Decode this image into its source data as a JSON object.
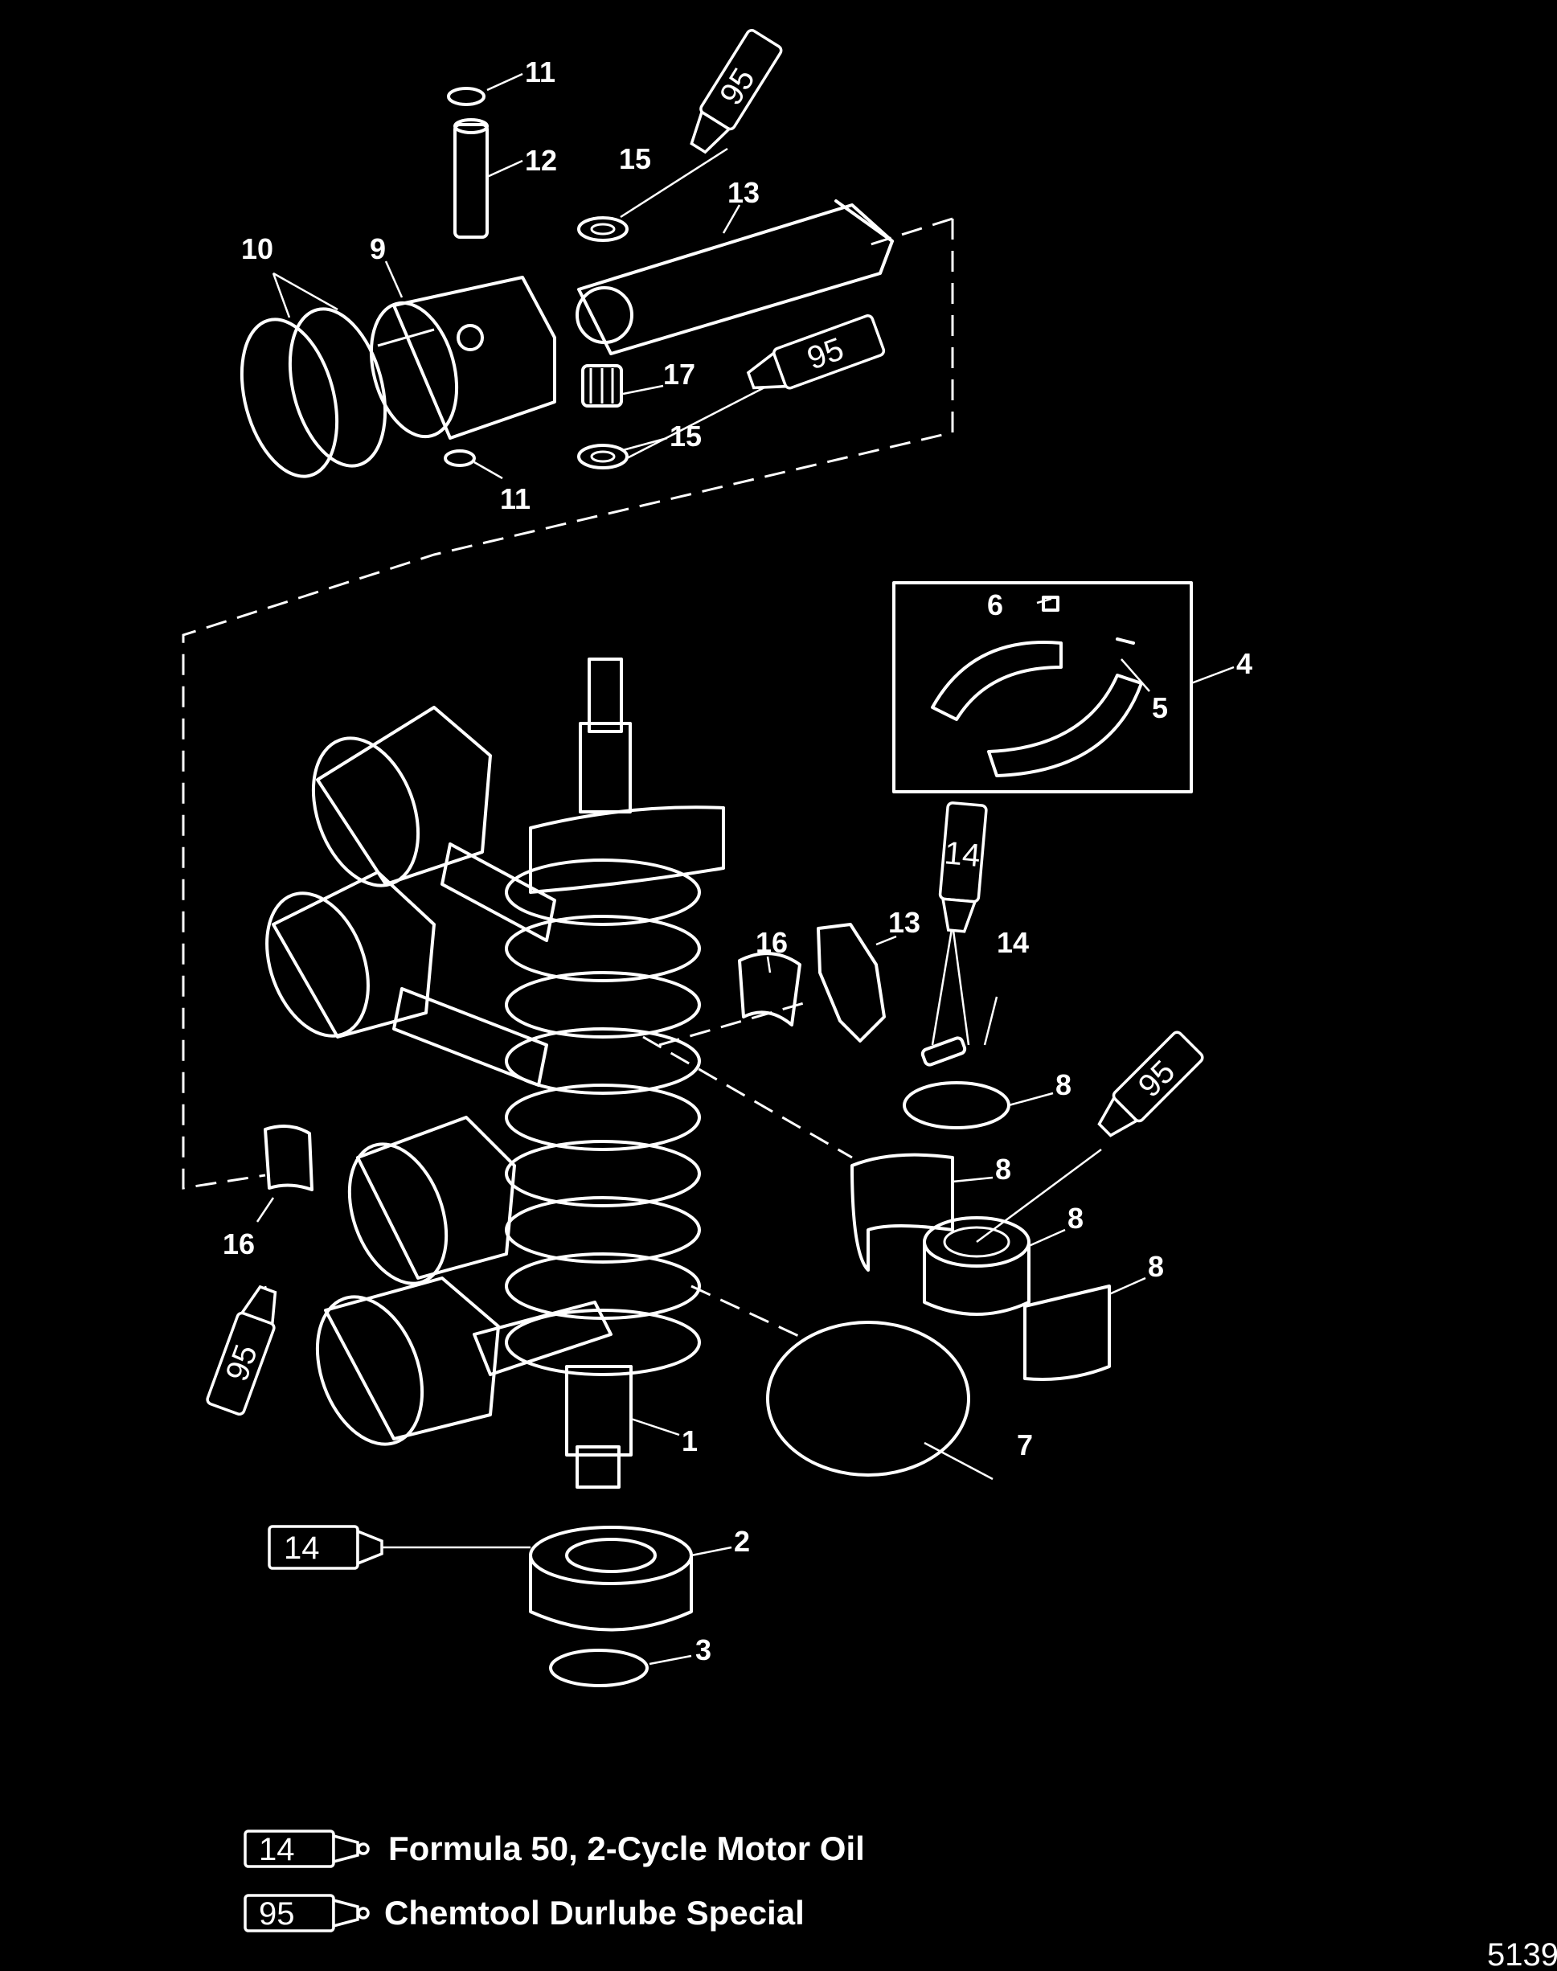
{
  "callouts": {
    "c1": "1",
    "c2": "2",
    "c3": "3",
    "c4": "4",
    "c5": "5",
    "c6": "6",
    "c7": "7",
    "c8a": "8",
    "c8b": "8",
    "c8c": "8",
    "c8d": "8",
    "c9": "9",
    "c10": "10",
    "c11a": "11",
    "c11b": "11",
    "c12": "12",
    "c13a": "13",
    "c13b": "13",
    "c14": "14",
    "c15a": "15",
    "c15b": "15",
    "c16a": "16",
    "c16b": "16",
    "c17": "17"
  },
  "tubes": {
    "t95a": "95",
    "t95b": "95",
    "t95c": "95",
    "t95d": "95",
    "t14a": "14",
    "t14b": "14"
  },
  "legend": [
    {
      "code": "14",
      "label": "Formula 50, 2-Cycle Motor Oil"
    },
    {
      "code": "95",
      "label": "Chemtool Durlube Special"
    }
  ],
  "figure_id": "5139"
}
